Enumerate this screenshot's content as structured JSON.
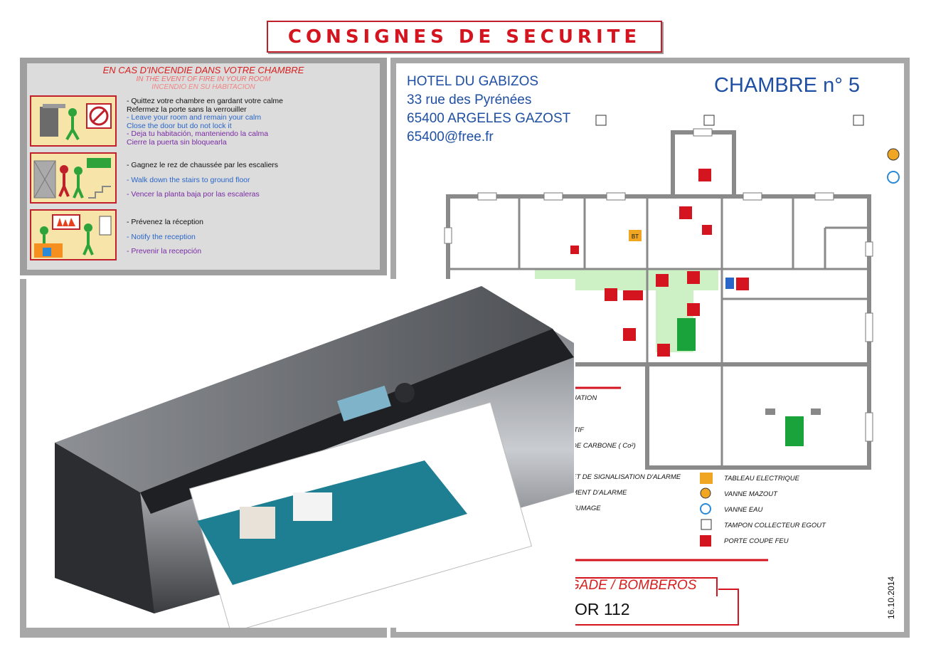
{
  "title": "CONSIGNES DE SECURITE",
  "fire_instructions": {
    "heading_fr": "EN CAS D'INCENDIE DANS VOTRE CHAMBRE",
    "heading_en": "IN THE EVENT OF FIRE IN YOUR ROOM",
    "heading_es": "INCENDIO EN SU HABITACION",
    "steps": [
      {
        "fr": [
          "- Quittez votre chambre en gardant votre calme",
          "  Refermez la porte sans la verrouiller"
        ],
        "en": [
          "- Leave your room and remain your calm",
          "  Close the door but do not lock it"
        ],
        "es": [
          "- Deja tu habitación, manteniendo la calma",
          "  Cierre la puerta sin bloquearla"
        ]
      },
      {
        "fr": [
          "- Gagnez le rez de chaussée par les escaliers"
        ],
        "en": [
          "- Walk down the stairs to ground floor"
        ],
        "es": [
          " - Vencer la planta baja por las escaleras"
        ]
      },
      {
        "fr": [
          "- Prévenez la réception"
        ],
        "en": [
          "- Notify the reception"
        ],
        "es": [
          " - Prevenir la recepción"
        ]
      }
    ]
  },
  "hotel": {
    "name": "HOTEL DU GABIZOS",
    "street": "33 rue des Pyrénées",
    "city": "65400 ARGELES GAZOST",
    "email": "65400@free.fr"
  },
  "room": "CHAMBRE n° 5",
  "plan_labels": {
    "bt": "BT",
    "legend_partial": [
      "UATION",
      "ITIF",
      "DE CARBONE ( Co²)",
      "ET DE SIGNALISATION D'ALARME",
      "MENT D'ALARME",
      "FUMAGE"
    ],
    "legend": [
      "TABLEAU ELECTRIQUE",
      "VANNE MAZOUT",
      "VANNE EAU",
      "TAMPON COLLECTEUR EGOUT",
      "PORTE COUPE FEU"
    ]
  },
  "emergency": {
    "bomberos": "GADE / BOMBEROS",
    "number": "OR 112"
  },
  "date": "16.10.2014",
  "colors": {
    "red": "#d4141e",
    "blue": "#1f4fa3",
    "green": "#19a33a",
    "exit_green": "#cdf0c4"
  }
}
